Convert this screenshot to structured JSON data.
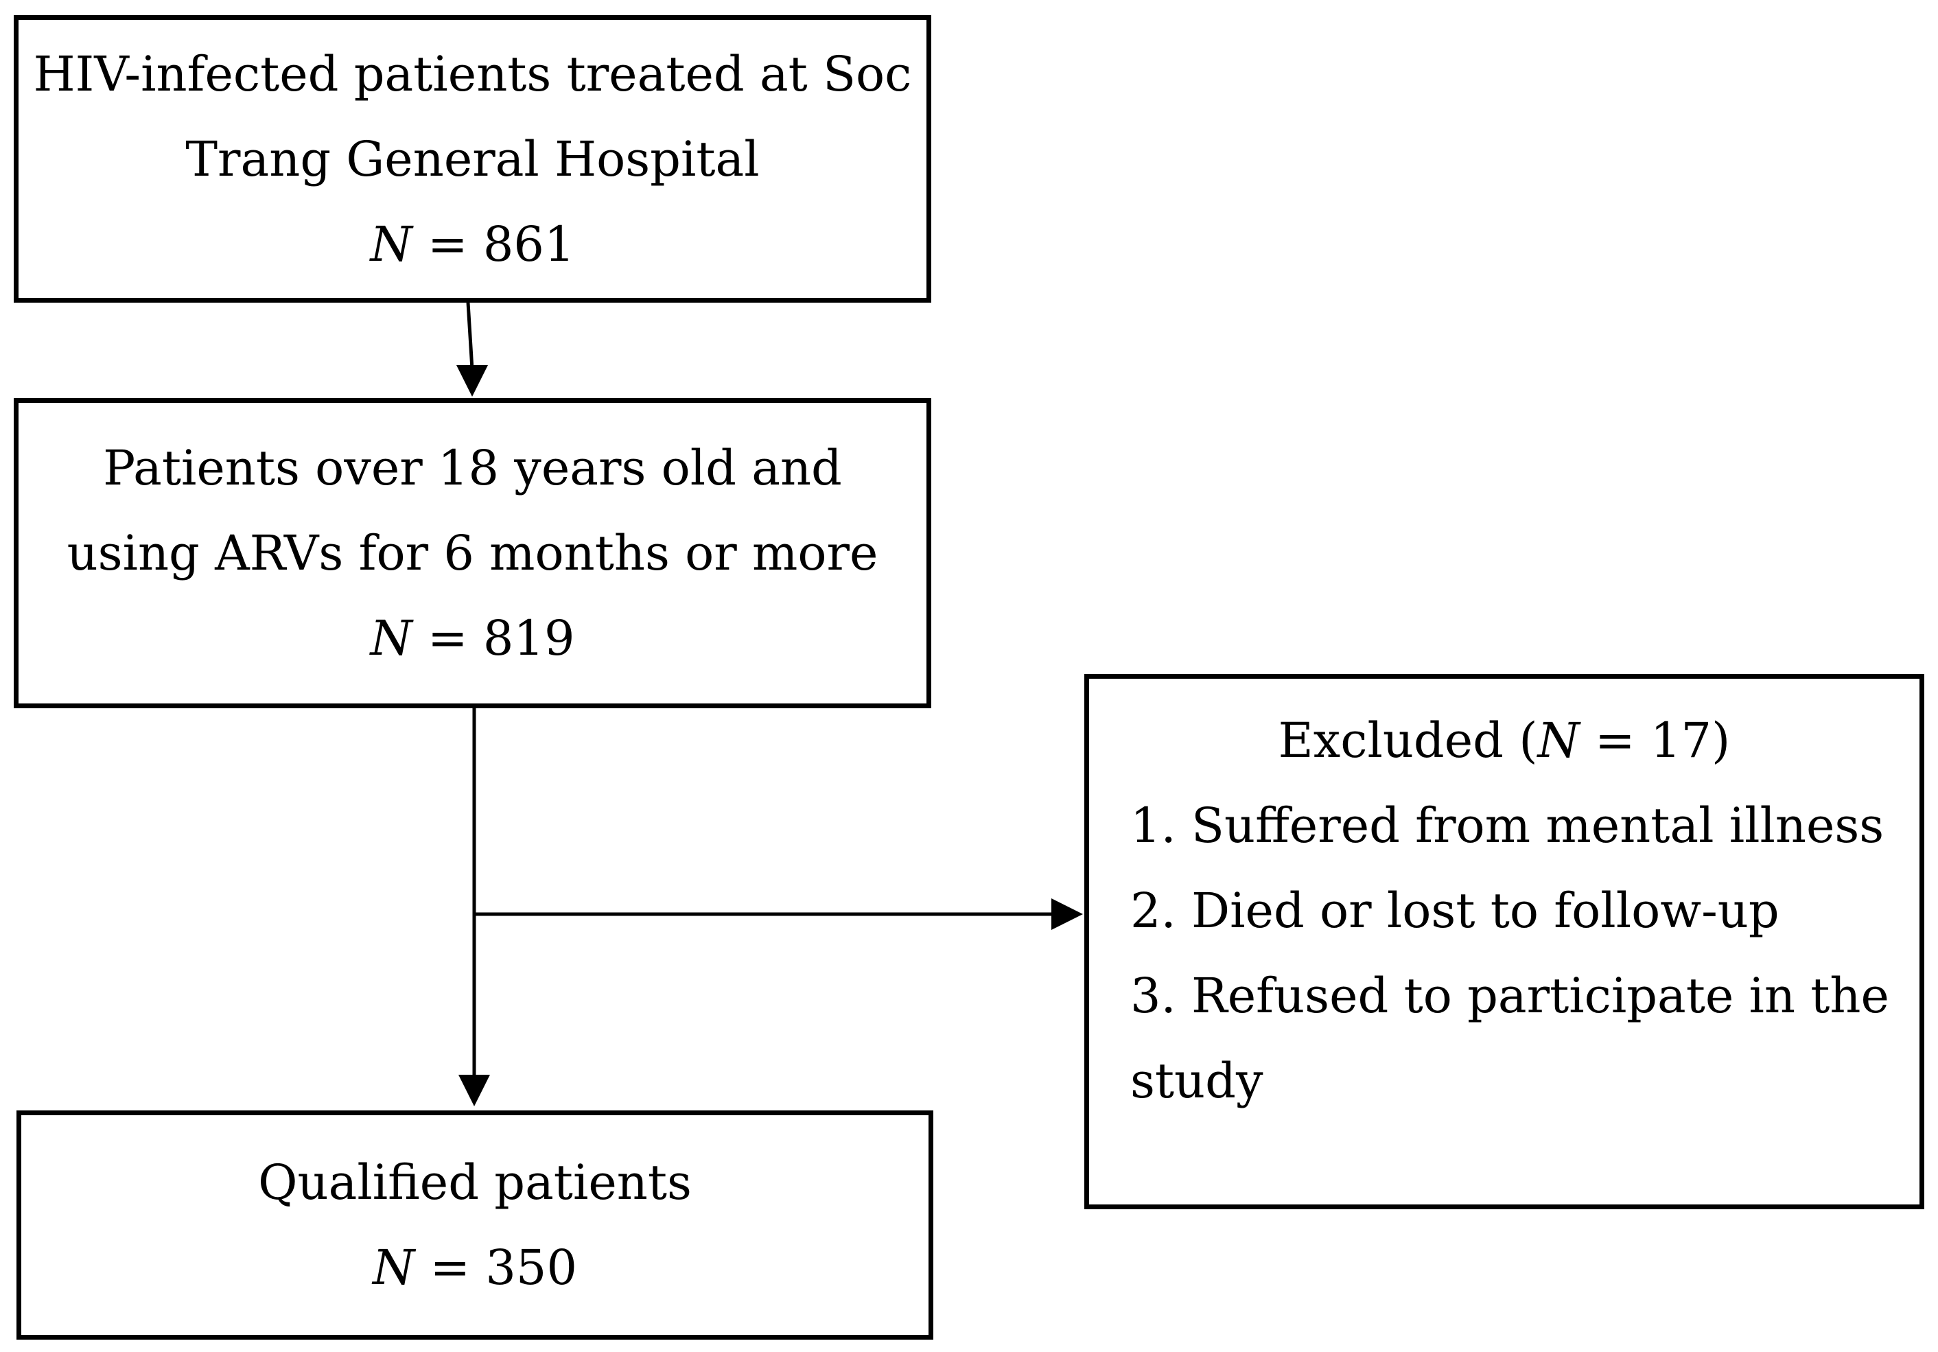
{
  "boxes": {
    "total": {
      "line1": "HIV-infected patients treated at Soc",
      "line2": "Trang General Hospital",
      "n_label": "N",
      "n_value": " = 861"
    },
    "eligible": {
      "line1": "Patients over 18 years old and",
      "line2": "using ARVs for 6 months or more",
      "n_label": "N",
      "n_value": " = 819"
    },
    "qualified": {
      "line1": "Qualified patients",
      "n_label": "N",
      "n_value": " = 350"
    },
    "excluded": {
      "head_prefix": "Excluded (",
      "n_label": "N",
      "head_suffix": " = 17)",
      "reasons": [
        "1. Suffered from mental illness",
        "2. Died or lost to follow-up",
        "3. Refused to participate in the",
        "study"
      ]
    }
  }
}
